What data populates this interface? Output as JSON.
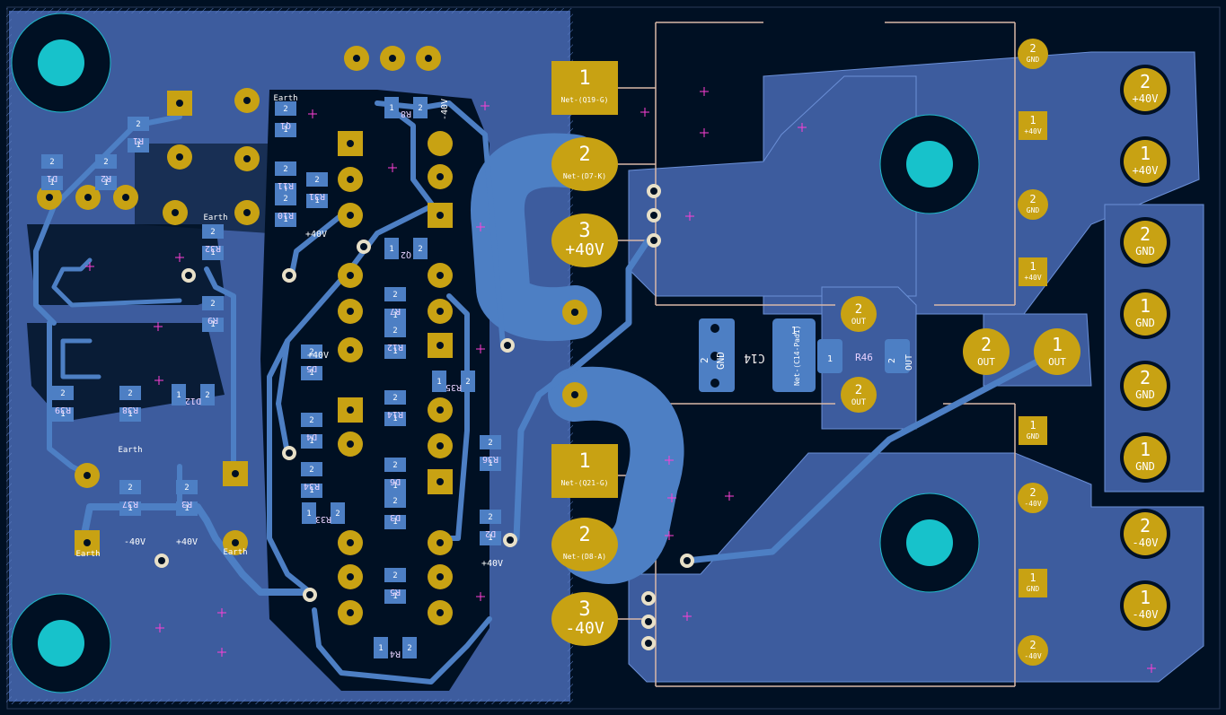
{
  "colors": {
    "background": "#001023",
    "copper_pour": "#3d5c9e",
    "track": "#4d7fc4",
    "smd_pad": "#4d7fc4",
    "tht_pad": "#c8a213",
    "drill": "#001023",
    "mount_hole": "#17c2cb",
    "silk": "#f2eded",
    "courtyard": "#ff3fd6",
    "fab_text": "#e8d2ff"
  },
  "big_pads": [
    {
      "num": "1",
      "net": "Net-(Q19-G)"
    },
    {
      "num": "2",
      "net": "Net-(D7-K)"
    },
    {
      "num": "3",
      "net": "+40V"
    },
    {
      "num": "1",
      "net": "Net-(Q21-G)"
    },
    {
      "num": "2",
      "net": "Net-(D8-A)"
    },
    {
      "num": "3",
      "net": "-40V"
    }
  ],
  "terminals": [
    {
      "num": "2",
      "net": "+40V"
    },
    {
      "num": "1",
      "net": "+40V"
    },
    {
      "num": "2",
      "net": "GND"
    },
    {
      "num": "1",
      "net": "GND"
    },
    {
      "num": "2",
      "net": "GND"
    },
    {
      "num": "1",
      "net": "GND"
    },
    {
      "num": "2",
      "net": "-40V"
    },
    {
      "num": "1",
      "net": "-40V"
    },
    {
      "num": "2",
      "net": "OUT"
    },
    {
      "num": "1",
      "net": "OUT"
    }
  ],
  "medium_pads": [
    {
      "num": "2",
      "net": "GND"
    },
    {
      "num": "1",
      "net": "+40V"
    },
    {
      "num": "2",
      "net": "GND"
    },
    {
      "num": "1",
      "net": "+40V"
    },
    {
      "num": "1",
      "net": "GND"
    },
    {
      "num": "2",
      "net": "-40V"
    },
    {
      "num": "1",
      "net": "GND"
    },
    {
      "num": "2",
      "net": "-40V"
    }
  ],
  "out_pads": [
    {
      "num": "2",
      "net": "OUT"
    },
    {
      "num": "2",
      "net": "OUT"
    }
  ],
  "parts": [
    {
      "ref": "C14",
      "pad1": "1",
      "net1": "Net-(C14-Pad1)",
      "pad2": "2",
      "net2": "GND"
    },
    {
      "ref": "R46",
      "pad1": "1",
      "pad2": "2",
      "net2": "OUT"
    }
  ],
  "small_texts": {
    "earth": "Earth",
    "plus40": "+40V",
    "minus40": "-40V"
  },
  "refs": [
    "R1",
    "D1",
    "R2",
    "Q1",
    "R11",
    "R10",
    "R31",
    "R32",
    "R9",
    "R8",
    "Q2",
    "R7",
    "R12",
    "R14",
    "D6",
    "D3",
    "R5",
    "R4",
    "D5",
    "D4",
    "R34",
    "R33",
    "R35",
    "R36",
    "D2",
    "R38",
    "R39",
    "R37",
    "R3",
    "D12"
  ]
}
